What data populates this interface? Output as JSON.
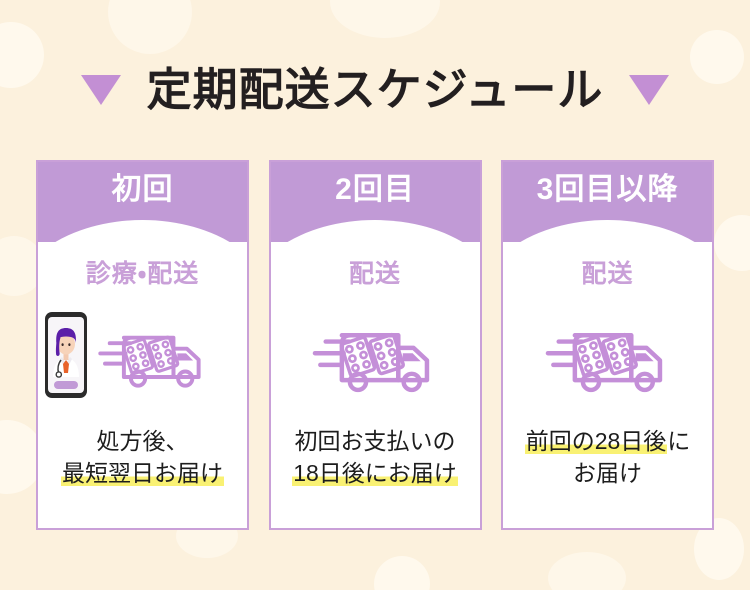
{
  "page": {
    "title": "定期配送スケジュール",
    "background_color": "#fcf1dd",
    "accent_color": "#c19ad6",
    "highlight_color": "#f9f173",
    "title_color": "#231f20",
    "left_marker_icon": "triangle-down-icon",
    "right_marker_icon": "triangle-down-icon"
  },
  "cards": [
    {
      "step_label": "初回",
      "service_label": "診療・配送",
      "icons": [
        "smartphone-doctor-icon",
        "delivery-truck-icon"
      ],
      "note_lines": [
        {
          "text": "処方後、",
          "highlighted": false
        },
        {
          "text": "最短翌日お届け",
          "highlighted": true
        }
      ]
    },
    {
      "step_label": "2回目",
      "service_label": "配送",
      "icons": [
        "delivery-truck-icon"
      ],
      "note_lines": [
        {
          "text": "初回お支払いの",
          "highlighted": false
        },
        {
          "text": "18日後にお届け",
          "highlighted": true
        }
      ]
    },
    {
      "step_label": "3回目以降",
      "service_label": "配送",
      "icons": [
        "delivery-truck-icon"
      ],
      "note_lines": [
        {
          "text": "前回の28日後に",
          "highlighted": true,
          "highlight_text": "前回の28日後",
          "tail_text": "に"
        },
        {
          "text": "お届け",
          "highlighted": false
        }
      ]
    }
  ]
}
